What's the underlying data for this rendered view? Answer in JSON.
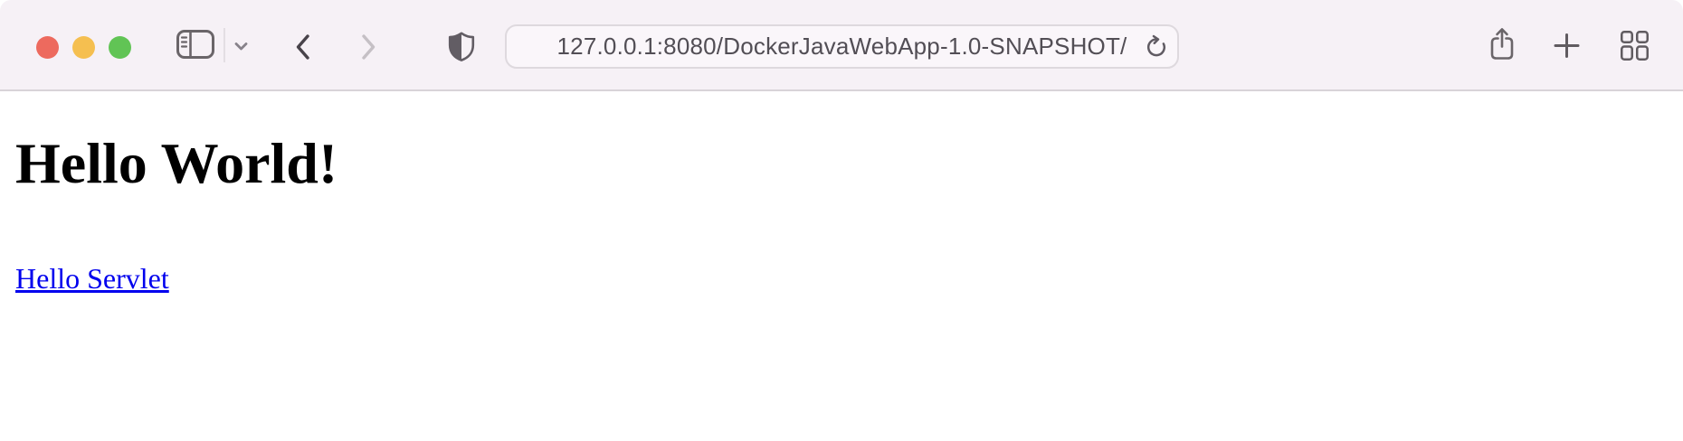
{
  "window": {
    "type": "safari-browser-window",
    "traffic_lights": {
      "close_color": "#ed6a5e",
      "minimize_color": "#f5bf50",
      "zoom_color": "#61c455"
    }
  },
  "toolbar": {
    "background_color": "#f6f1f6",
    "icons": {
      "sidebar": "sidebar-toggle-icon",
      "chevron": "chevron-down-icon",
      "back": "chevron-left-icon",
      "forward": "chevron-right-icon",
      "privacy": "shield-half-filled-icon",
      "reload": "reload-icon",
      "share": "share-icon",
      "new_tab": "plus-icon",
      "tab_overview": "grid-icon"
    },
    "address": {
      "url": "127.0.0.1:8080/DockerJavaWebApp-1.0-SNAPSHOT/",
      "text_color": "#524e55"
    },
    "state": {
      "back_enabled": true,
      "forward_enabled": false
    }
  },
  "page": {
    "heading": "Hello World!",
    "link_text": "Hello Servlet",
    "link_color": "#0000ee",
    "background_color": "#ffffff"
  }
}
